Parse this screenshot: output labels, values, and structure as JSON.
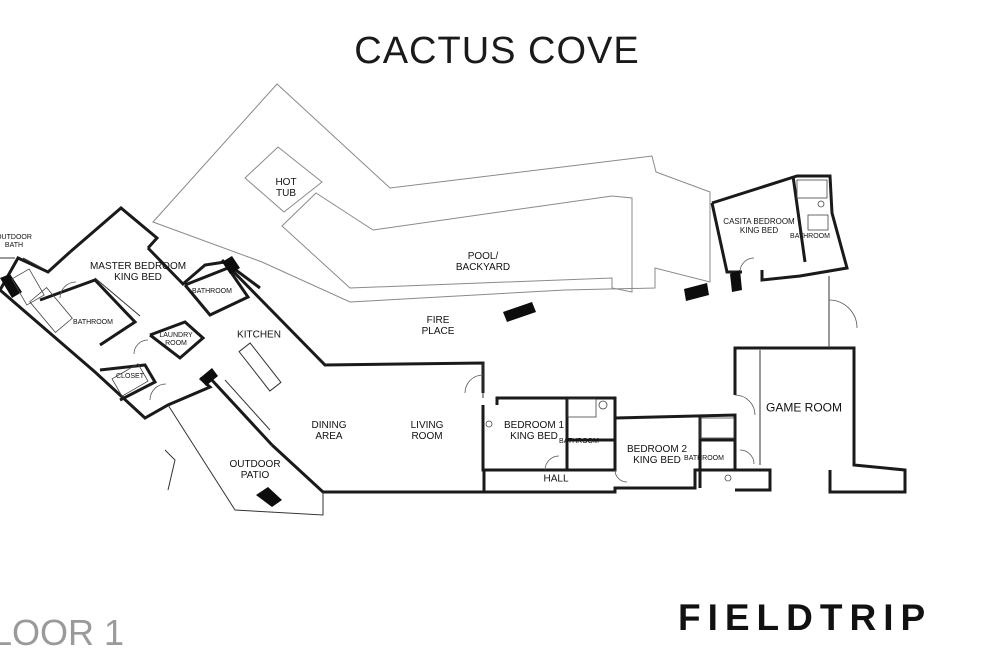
{
  "title": "CACTUS COVE",
  "brand": "FIELDTRIP",
  "floor_label": "LOOR 1",
  "rooms": {
    "outdoor_bath": "OUTDOOR\nBATH",
    "master_bedroom": "MASTER BEDROOM\nKING BED",
    "master_bathroom": "BATHROOM",
    "closet": "CLOSET",
    "laundry": "LAUNDRY\nROOM",
    "upper_bathroom": "BATHROOM",
    "kitchen": "KITCHEN",
    "hot_tub": "HOT\nTUB",
    "pool": "POOL/\nBACKYARD",
    "fire_place": "FIRE\nPLACE",
    "casita": "CASITA BEDROOM\nKING BED",
    "casita_bathroom": "BATHROOM",
    "game_room": "GAME ROOM",
    "dining": "DINING\nAREA",
    "living": "LIVING\nROOM",
    "bedroom1": "BEDROOM 1\nKING BED",
    "bathroom1": "BATHROOM",
    "bedroom2": "BEDROOM 2\nKING BED",
    "bathroom2": "BATHROOM",
    "hall": "HALL",
    "patio": "OUTDOOR\nPATIO"
  }
}
